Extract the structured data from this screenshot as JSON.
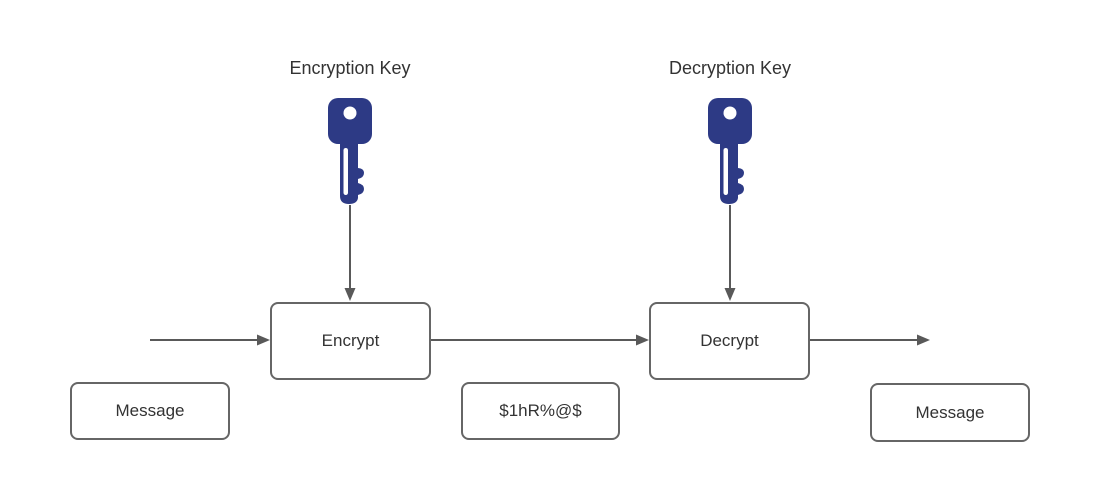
{
  "labels": {
    "encryption_key": "Encryption Key",
    "decryption_key": "Decryption Key"
  },
  "nodes": {
    "encrypt": "Encrypt",
    "decrypt": "Decrypt",
    "message_in": "Message",
    "ciphertext": "$1hR%@$",
    "message_out": "Message"
  },
  "icons": {
    "encryption_key": "key-icon",
    "decryption_key": "key-icon"
  },
  "colors": {
    "key_fill": "#2d3a85",
    "arrow": "#595959",
    "box_border": "#666666",
    "text": "#333333",
    "background": "#ffffff"
  }
}
